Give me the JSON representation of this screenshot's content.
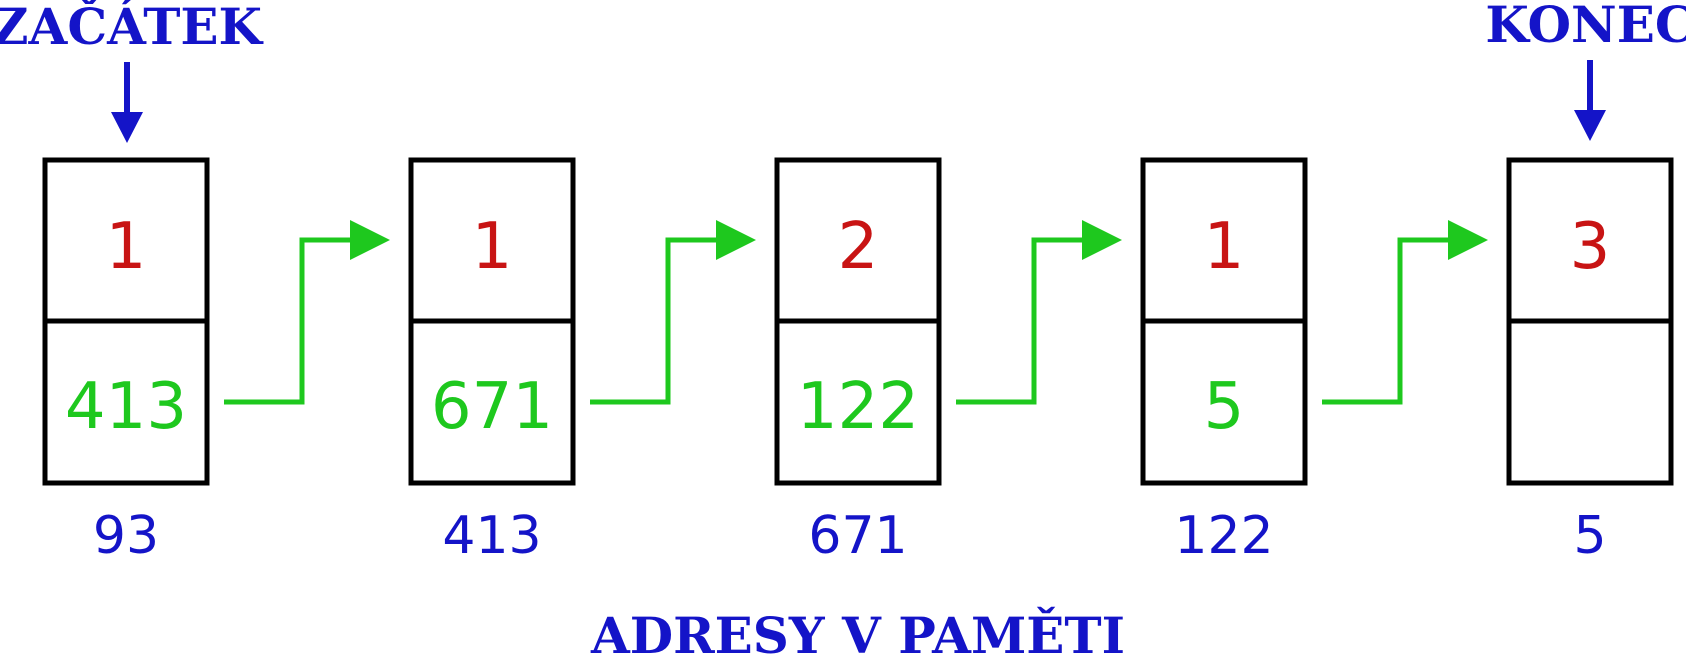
{
  "labels": {
    "start": "ZAČÁTEK",
    "end": "KONEC",
    "caption": "ADRESY V PAMĚTI"
  },
  "colors": {
    "label_blue": "#1414c8",
    "value_red": "#c81414",
    "pointer_green": "#1ec81e",
    "box_black": "#000000"
  },
  "nodes": [
    {
      "value": "1",
      "next": "413",
      "address": "93"
    },
    {
      "value": "1",
      "next": "671",
      "address": "413"
    },
    {
      "value": "2",
      "next": "122",
      "address": "671"
    },
    {
      "value": "1",
      "next": "5",
      "address": "122"
    },
    {
      "value": "3",
      "next": "",
      "address": "5"
    }
  ]
}
